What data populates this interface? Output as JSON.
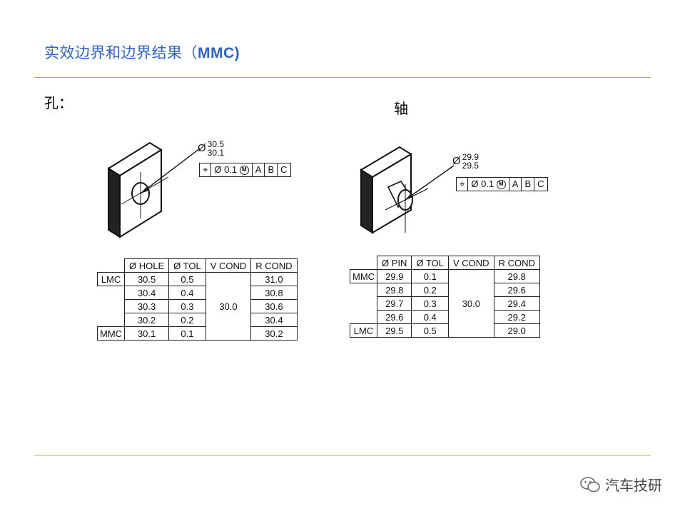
{
  "title_cn": "实效边界和边界结果（",
  "title_en": "MMC)",
  "hole_label": "孔：",
  "shaft_label": "轴",
  "watermark": "汽车技研",
  "hole": {
    "dim_upper": "30.5",
    "dim_lower": "30.1",
    "fcf": {
      "tol": "0.1",
      "mod": "M",
      "datums": [
        "A",
        "B",
        "C"
      ]
    },
    "headers": [
      "Ø HOLE",
      "Ø TOL",
      "V COND",
      "R COND"
    ],
    "rows": [
      {
        "tag": "LMC",
        "size": "30.5",
        "tol": "0.5",
        "rcond": "31.0"
      },
      {
        "tag": "",
        "size": "30.4",
        "tol": "0.4",
        "rcond": "30.8"
      },
      {
        "tag": "",
        "size": "30.3",
        "tol": "0.3",
        "rcond": "30.6"
      },
      {
        "tag": "",
        "size": "30.2",
        "tol": "0.2",
        "rcond": "30.4"
      },
      {
        "tag": "MMC",
        "size": "30.1",
        "tol": "0.1",
        "rcond": "30.2"
      }
    ],
    "vcond": "30.0"
  },
  "shaft": {
    "dim_upper": "29.9",
    "dim_lower": "29.5",
    "fcf": {
      "tol": "0.1",
      "mod": "M",
      "datums": [
        "A",
        "B",
        "C"
      ]
    },
    "headers": [
      "Ø PIN",
      "Ø TOL",
      "V COND",
      "R COND"
    ],
    "rows": [
      {
        "tag": "MMC",
        "size": "29.9",
        "tol": "0.1",
        "rcond": "29.8"
      },
      {
        "tag": "",
        "size": "29.8",
        "tol": "0.2",
        "rcond": "29.6"
      },
      {
        "tag": "",
        "size": "29.7",
        "tol": "0.3",
        "rcond": "29.4"
      },
      {
        "tag": "",
        "size": "29.6",
        "tol": "0.4",
        "rcond": "29.2"
      },
      {
        "tag": "LMC",
        "size": "29.5",
        "tol": "0.5",
        "rcond": "29.0"
      }
    ],
    "vcond": "30.0"
  }
}
